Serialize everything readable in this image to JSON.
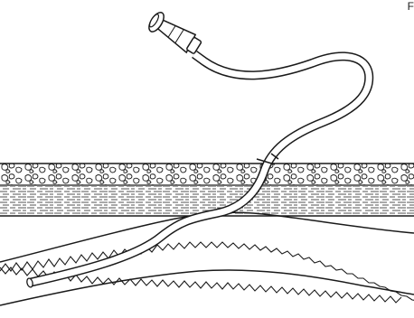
{
  "corner_label": "F",
  "colors": {
    "ink": "#1a1a1a",
    "paper": "#ffffff"
  },
  "parts": [
    "catheter-hub",
    "catheter-tubing",
    "tissue-layers",
    "vessel",
    "skin-puncture-marker"
  ]
}
